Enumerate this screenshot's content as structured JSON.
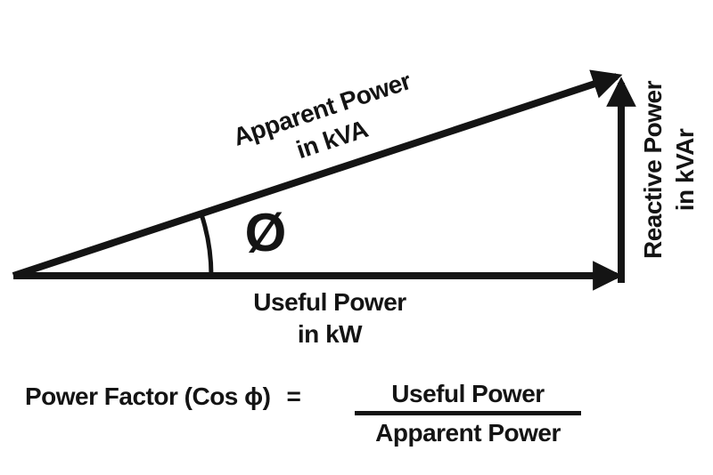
{
  "diagram": {
    "title_semantic": "Power triangle diagram",
    "triangle": {
      "hypotenuse_label": {
        "line1": "Apparent Power",
        "line2": "in kVA"
      },
      "base_label": {
        "line1": "Useful Power",
        "line2": "in kW"
      },
      "vertical_label": {
        "line1": "Reactive Power",
        "line2": "in kVAr"
      },
      "angle_symbol": "Ø"
    },
    "formula": {
      "lhs": "Power Factor (Cos ϕ)",
      "equals": "=",
      "numerator": "Useful Power",
      "denominator": "Apparent Power"
    },
    "colors": {
      "ink": "#141414",
      "background": "#ffffff"
    }
  }
}
